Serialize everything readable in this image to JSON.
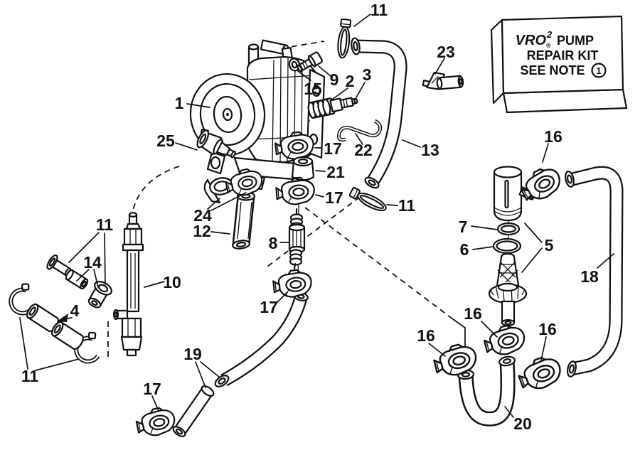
{
  "figure": {
    "type": "exploded-parts-diagram",
    "subject": "VRO pump fuel system parts diagram",
    "background_color": "#ffffff",
    "ink_color": "#111111"
  },
  "repair_kit_box": {
    "brand": "VRO",
    "superscript": "2",
    "registered": "®",
    "word1": "PUMP",
    "line2": "REPAIR KIT",
    "line3": "SEE NOTE",
    "note_ref": "1"
  },
  "callouts": [
    {
      "id": "11-top",
      "text": "11"
    },
    {
      "id": "23",
      "text": "23"
    },
    {
      "id": "9",
      "text": "9"
    },
    {
      "id": "15",
      "text": "15"
    },
    {
      "id": "2",
      "text": "2"
    },
    {
      "id": "3",
      "text": "3"
    },
    {
      "id": "1",
      "text": "1"
    },
    {
      "id": "25",
      "text": "25"
    },
    {
      "id": "17-a",
      "text": "17"
    },
    {
      "id": "22",
      "text": "22"
    },
    {
      "id": "13",
      "text": "13"
    },
    {
      "id": "16-top-right",
      "text": "16"
    },
    {
      "id": "21",
      "text": "21"
    },
    {
      "id": "17-b",
      "text": "17"
    },
    {
      "id": "11-mid",
      "text": "11"
    },
    {
      "id": "24",
      "text": "24"
    },
    {
      "id": "12",
      "text": "12"
    },
    {
      "id": "7",
      "text": "7"
    },
    {
      "id": "6",
      "text": "6"
    },
    {
      "id": "5",
      "text": "5"
    },
    {
      "id": "8",
      "text": "8"
    },
    {
      "id": "11-left",
      "text": "11"
    },
    {
      "id": "14",
      "text": "14"
    },
    {
      "id": "10",
      "text": "10"
    },
    {
      "id": "18",
      "text": "18"
    },
    {
      "id": "4",
      "text": "4"
    },
    {
      "id": "17-c",
      "text": "17"
    },
    {
      "id": "16-mid",
      "text": "16"
    },
    {
      "id": "16-bottom-left",
      "text": "16"
    },
    {
      "id": "16-bottom-right",
      "text": "16"
    },
    {
      "id": "11-bottom-left",
      "text": "11"
    },
    {
      "id": "19",
      "text": "19"
    },
    {
      "id": "17-bottom-left",
      "text": "17"
    },
    {
      "id": "20",
      "text": "20"
    }
  ]
}
